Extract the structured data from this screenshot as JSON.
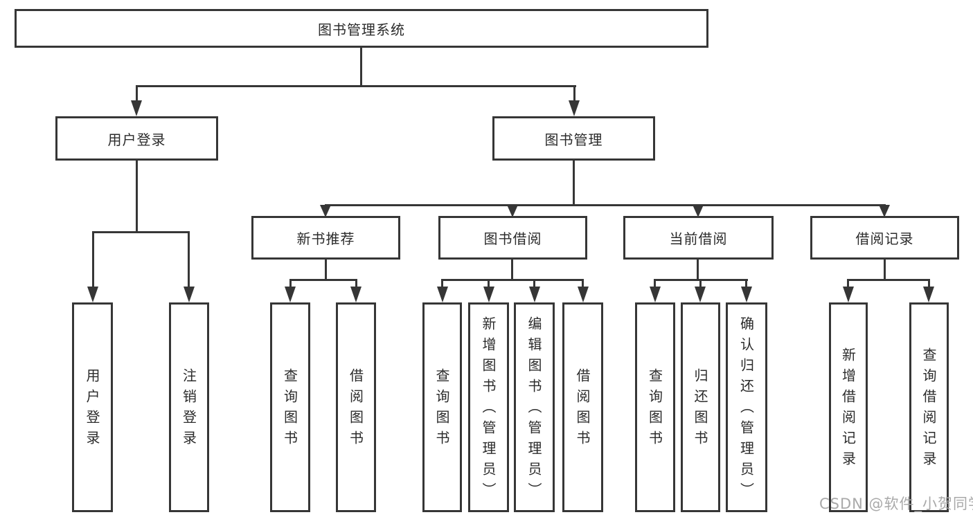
{
  "colors": {
    "line": "#363636",
    "text": "#2b2b2b",
    "watermark": "#a9a9a9",
    "background": "#ffffff"
  },
  "watermark": {
    "text": "CSDN @软件_小贺同学"
  },
  "nodes": {
    "root": "图书管理系统",
    "user_login": "用户登录",
    "book_mgmt": "图书管理",
    "new_book": "新书推荐",
    "book_borrow": "图书借阅",
    "current_borrow": "当前借阅",
    "borrow_record": "借阅记录",
    "user_login_children": [
      "用户登录",
      "注销登录"
    ],
    "new_book_children": [
      "查询图书",
      "借阅图书"
    ],
    "book_borrow_children": [
      "查询图书",
      "新增图书（管理员）",
      "编辑图书（管理员）",
      "借阅图书"
    ],
    "current_borrow_children": [
      "查询图书",
      "归还图书",
      "确认归还（管理员）"
    ],
    "borrow_record_children": [
      "新增借阅记录",
      "查询借阅记录"
    ]
  }
}
